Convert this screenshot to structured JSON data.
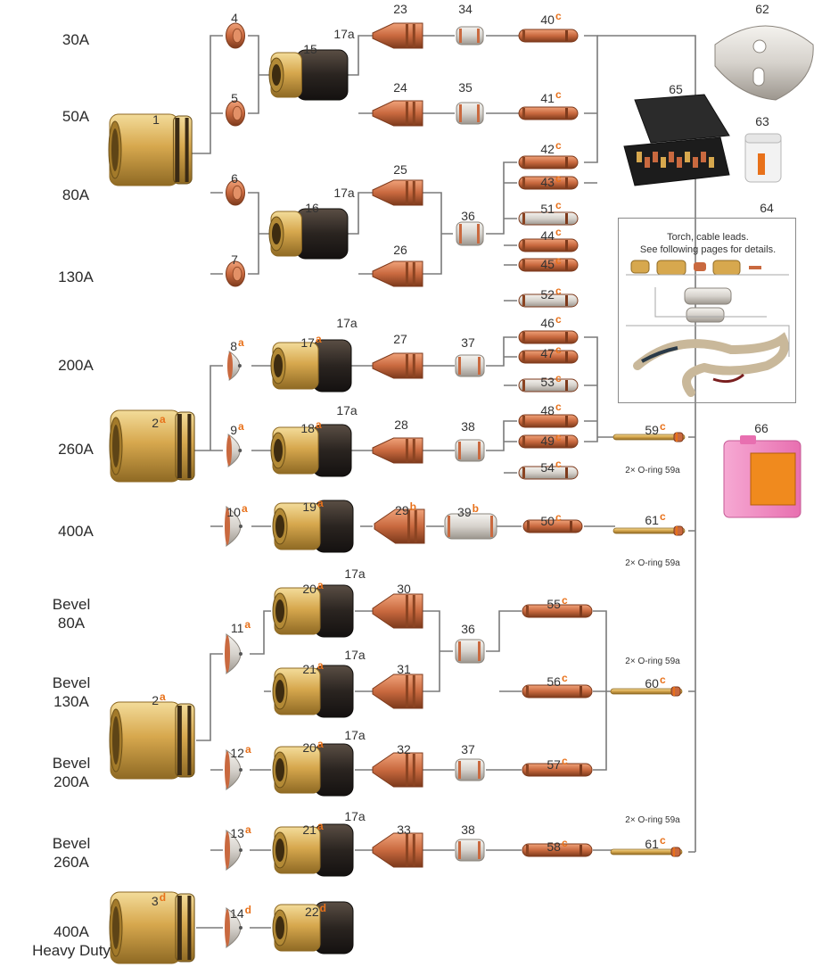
{
  "amperage_rows": [
    "30A",
    "50A",
    "80A",
    "130A",
    "200A",
    "260A",
    "400A",
    "Bevel 80A",
    "Bevel 130A",
    "Bevel 200A",
    "Bevel 260A",
    "400A Heavy Duty"
  ],
  "part_numbers": [
    {
      "n": "1",
      "s": ""
    },
    {
      "n": "2",
      "s": "a"
    },
    {
      "n": "2",
      "s": "a"
    },
    {
      "n": "3",
      "s": "d"
    },
    {
      "n": "4",
      "s": ""
    },
    {
      "n": "5",
      "s": ""
    },
    {
      "n": "6",
      "s": ""
    },
    {
      "n": "7",
      "s": ""
    },
    {
      "n": "8",
      "s": "a"
    },
    {
      "n": "9",
      "s": "a"
    },
    {
      "n": "10",
      "s": "a"
    },
    {
      "n": "11",
      "s": "a"
    },
    {
      "n": "12",
      "s": "a"
    },
    {
      "n": "13",
      "s": "a"
    },
    {
      "n": "14",
      "s": "d"
    },
    {
      "n": "15",
      "s": ""
    },
    {
      "n": "16",
      "s": ""
    },
    {
      "n": "17",
      "s": "a"
    },
    {
      "n": "18",
      "s": "a"
    },
    {
      "n": "19",
      "s": "a"
    },
    {
      "n": "20",
      "s": "a"
    },
    {
      "n": "21",
      "s": "a"
    },
    {
      "n": "20",
      "s": "a"
    },
    {
      "n": "21",
      "s": "a"
    },
    {
      "n": "22",
      "s": "d"
    },
    {
      "n": "17a",
      "s": ""
    },
    {
      "n": "17a",
      "s": ""
    },
    {
      "n": "17a",
      "s": ""
    },
    {
      "n": "17a",
      "s": ""
    },
    {
      "n": "17a",
      "s": ""
    },
    {
      "n": "17a",
      "s": ""
    },
    {
      "n": "17a",
      "s": ""
    },
    {
      "n": "17a",
      "s": ""
    },
    {
      "n": "23",
      "s": ""
    },
    {
      "n": "24",
      "s": ""
    },
    {
      "n": "25",
      "s": ""
    },
    {
      "n": "26",
      "s": ""
    },
    {
      "n": "27",
      "s": ""
    },
    {
      "n": "28",
      "s": ""
    },
    {
      "n": "29",
      "s": "b"
    },
    {
      "n": "30",
      "s": ""
    },
    {
      "n": "31",
      "s": ""
    },
    {
      "n": "32",
      "s": ""
    },
    {
      "n": "33",
      "s": ""
    },
    {
      "n": "34",
      "s": ""
    },
    {
      "n": "35",
      "s": ""
    },
    {
      "n": "36",
      "s": ""
    },
    {
      "n": "37",
      "s": ""
    },
    {
      "n": "38",
      "s": ""
    },
    {
      "n": "39",
      "s": "b"
    },
    {
      "n": "36",
      "s": ""
    },
    {
      "n": "37",
      "s": ""
    },
    {
      "n": "38",
      "s": ""
    },
    {
      "n": "40",
      "s": "c"
    },
    {
      "n": "41",
      "s": "c"
    },
    {
      "n": "42",
      "s": "c"
    },
    {
      "n": "43",
      "s": "c"
    },
    {
      "n": "51",
      "s": "c"
    },
    {
      "n": "44",
      "s": "c"
    },
    {
      "n": "45",
      "s": "c"
    },
    {
      "n": "52",
      "s": "c"
    },
    {
      "n": "46",
      "s": "c"
    },
    {
      "n": "47",
      "s": "c"
    },
    {
      "n": "53",
      "s": "c"
    },
    {
      "n": "48",
      "s": "c"
    },
    {
      "n": "49",
      "s": "c"
    },
    {
      "n": "54",
      "s": "c"
    },
    {
      "n": "50",
      "s": "c"
    },
    {
      "n": "55",
      "s": "c"
    },
    {
      "n": "56",
      "s": "c"
    },
    {
      "n": "57",
      "s": "c"
    },
    {
      "n": "58",
      "s": "c"
    },
    {
      "n": "59",
      "s": "c"
    },
    {
      "n": "61",
      "s": "c"
    },
    {
      "n": "60",
      "s": "c"
    },
    {
      "n": "61",
      "s": "c"
    },
    {
      "n": "62",
      "s": ""
    },
    {
      "n": "63",
      "s": ""
    },
    {
      "n": "64",
      "s": ""
    },
    {
      "n": "65",
      "s": ""
    },
    {
      "n": "66",
      "s": ""
    }
  ],
  "oring_labels": [
    "2× O-ring 59a",
    "2× O-ring 59a",
    "2× O-ring 59a",
    "2× O-ring 59a"
  ],
  "torch_kit_note": [
    "Torch, cable leads.",
    "See following pages for details."
  ],
  "colors": {
    "copper": "#c9693f",
    "brass": "#d7a84e",
    "insulator": "#2a2420",
    "shield_silver": "#d6d2cc",
    "suffix_orange": "#e8711a",
    "connector_line": "#7a7a7a"
  }
}
